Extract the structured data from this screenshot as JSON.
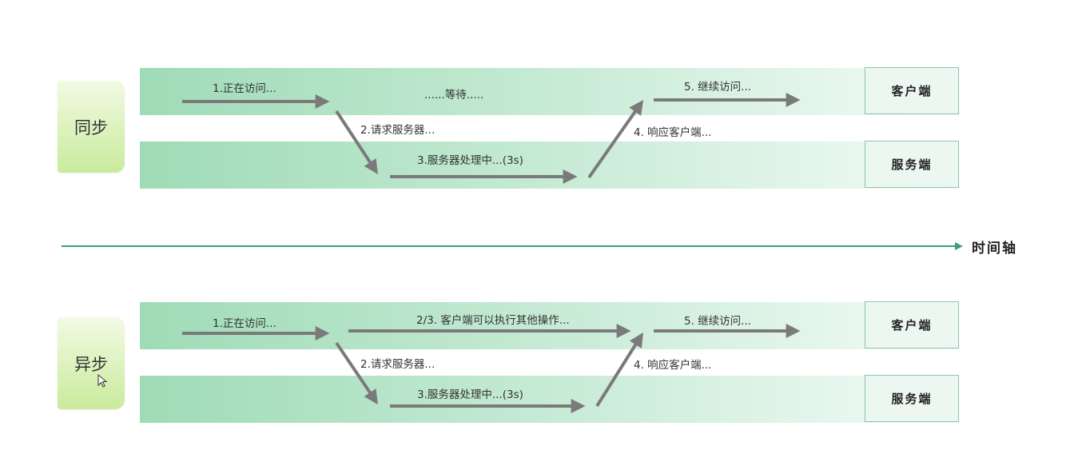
{
  "sync": {
    "title": "同步",
    "client": "客户端",
    "server": "服务端",
    "step1": "1.正在访问...",
    "waiting": "......等待.....",
    "step2": "2.请求服务器...",
    "step3": "3.服务器处理中...(3s)",
    "step4": "4. 响应客户端...",
    "step5": "5. 继续访问..."
  },
  "async": {
    "title": "异步",
    "client": "客户端",
    "server": "服务端",
    "step1": "1.正在访问...",
    "step23": "2/3. 客户端可以执行其他操作...",
    "step2": "2.请求服务器...",
    "step3": "3.服务器处理中...(3s)",
    "step4": "4. 响应客户端...",
    "step5": "5. 继续访问..."
  },
  "timeline": {
    "label": "时间轴"
  },
  "colors": {
    "band_start": "#9fdbb7",
    "arrow": "#7a7a7a",
    "axis": "#3aa07c",
    "tag_bottom": "#c9eb9c"
  }
}
